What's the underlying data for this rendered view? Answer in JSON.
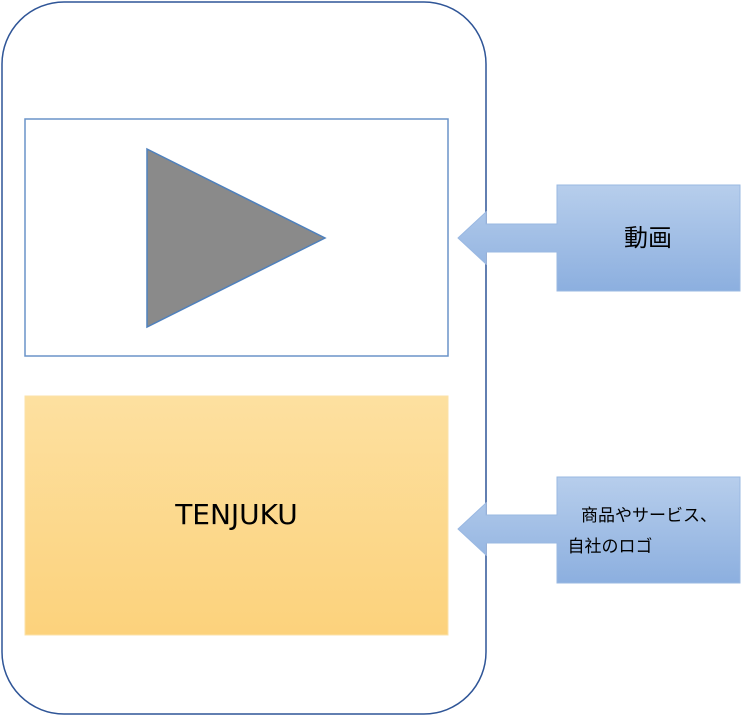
{
  "video_box": {
    "play_icon": "play-triangle-icon"
  },
  "logo_box": {
    "text": "TENJUKU"
  },
  "callouts": {
    "video": {
      "label": "動画"
    },
    "logo": {
      "line1": "商品やサービス、",
      "line2": "自社のロゴ"
    }
  },
  "colors": {
    "phone_outline": "#2F5597",
    "video_border": "#4F81BD",
    "play_triangle": "#808080",
    "logo_fill_top": "#FDE0A0",
    "logo_fill_bottom": "#FCD27C",
    "callout_fill_top": "#B4CCEB",
    "callout_fill_bottom": "#8DB0E0",
    "callout_border": "#8FB1DF"
  }
}
